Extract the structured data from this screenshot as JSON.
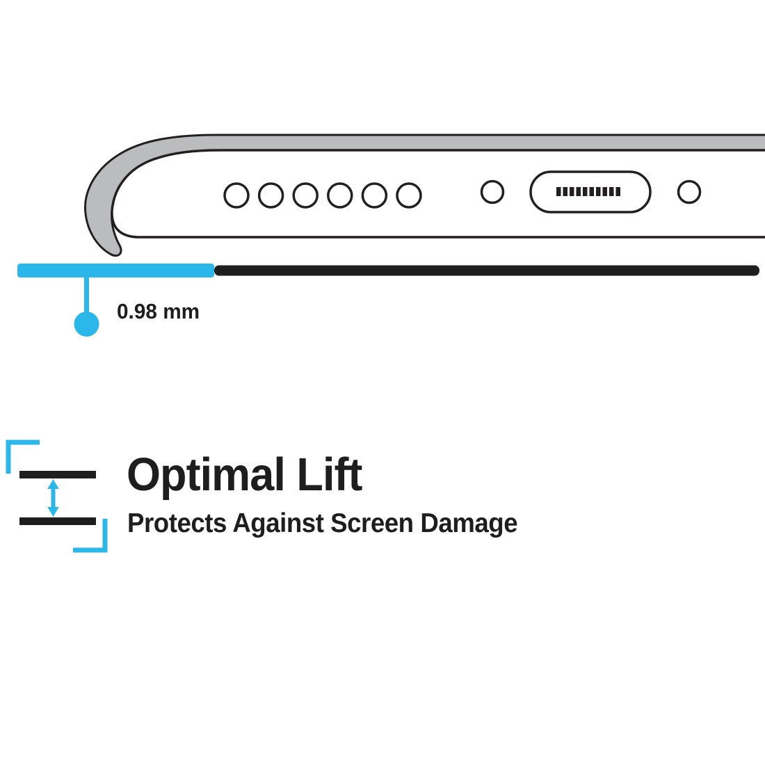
{
  "colors": {
    "accent_cyan": "#2BB7E9",
    "ink_black": "#1E1E1E",
    "outline_black": "#231F20",
    "case_gray": "#BABCBE",
    "bg": "#FFFFFF"
  },
  "measurement": {
    "value": "0.98 mm"
  },
  "feature": {
    "title": "Optimal Lift",
    "subtitle": "Protects Against Screen Damage"
  },
  "icons": {
    "lift_gap": "lift-gap-icon",
    "double_arrow": "vertical-double-arrow-icon",
    "corner_brackets": "cyan-corner-bracket-icon",
    "measurement_pointer": "measurement-pointer-dot"
  }
}
